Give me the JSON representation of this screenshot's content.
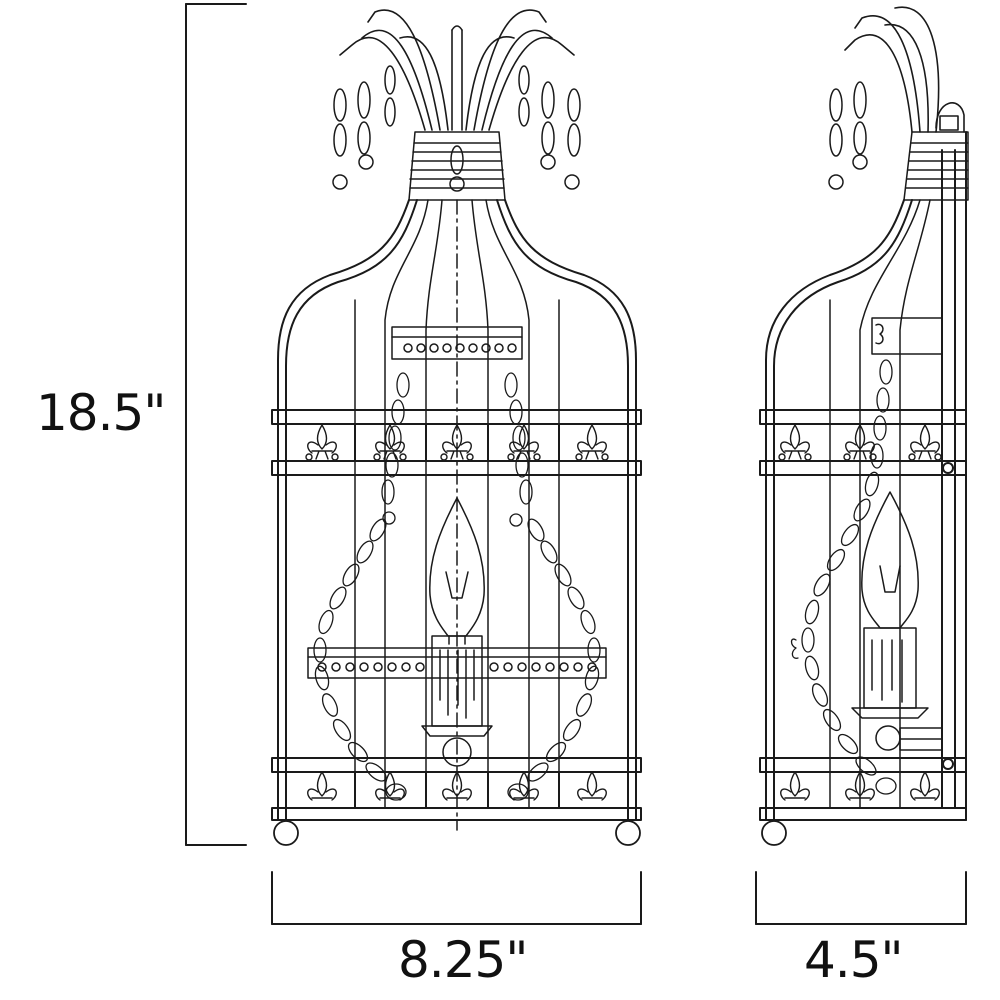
{
  "dimensions": {
    "height": "18.5\"",
    "width": "8.25\"",
    "depth": "4.5\""
  },
  "colors": {
    "line": "#1a1a1a",
    "background": "#ffffff"
  }
}
